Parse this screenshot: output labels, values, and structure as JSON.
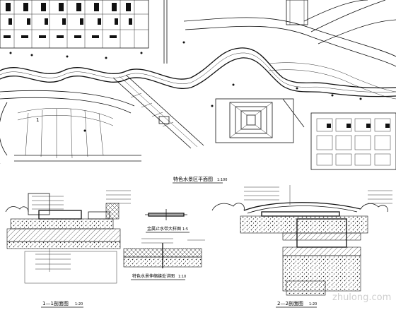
{
  "plan": {
    "title": "特色水景区平面图",
    "scale": "1:100",
    "marker_left": "1"
  },
  "details": [
    {
      "title": "1—1剖面图",
      "scale": "1:20"
    },
    {
      "title": "金属止水带大样图",
      "scale": "1:5"
    },
    {
      "title": "特色水景伸缩缝处详图",
      "scale": "1:10"
    },
    {
      "title": "2—2剖面图",
      "scale": "1:20"
    }
  ],
  "watermark": "zhulong.com",
  "colors": {
    "line": "#111111",
    "hatch": "#333333",
    "watermark": "#cfcfcf"
  }
}
